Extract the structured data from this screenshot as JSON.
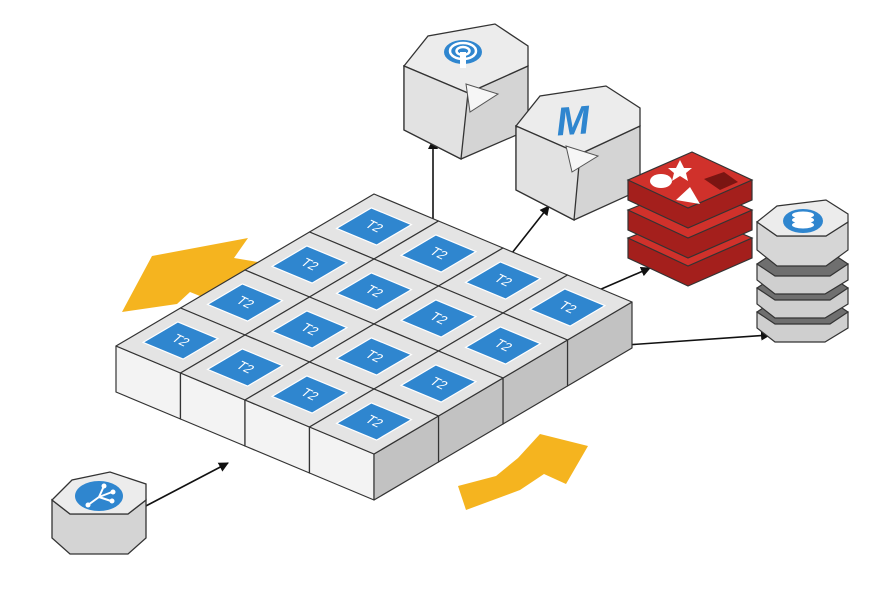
{
  "tiles": [
    {
      "row": 0,
      "col": 0,
      "label": "T2"
    },
    {
      "row": 0,
      "col": 1,
      "label": "T2"
    },
    {
      "row": 0,
      "col": 2,
      "label": "T2"
    },
    {
      "row": 0,
      "col": 3,
      "label": "T2"
    },
    {
      "row": 1,
      "col": 0,
      "label": "T2"
    },
    {
      "row": 1,
      "col": 1,
      "label": "T2"
    },
    {
      "row": 1,
      "col": 2,
      "label": "T2"
    },
    {
      "row": 1,
      "col": 3,
      "label": "T2"
    },
    {
      "row": 2,
      "col": 0,
      "label": "T2"
    },
    {
      "row": 2,
      "col": 1,
      "label": "T2"
    },
    {
      "row": 2,
      "col": 2,
      "label": "T2"
    },
    {
      "row": 2,
      "col": 3,
      "label": "T2"
    },
    {
      "row": 3,
      "col": 0,
      "label": "T2"
    },
    {
      "row": 3,
      "col": 1,
      "label": "T2"
    },
    {
      "row": 3,
      "col": 2,
      "label": "T2"
    },
    {
      "row": 3,
      "col": 3,
      "label": "T2"
    }
  ],
  "nodes": {
    "load_balancer": {
      "icon": "load-balancer-icon"
    },
    "monitoring": {
      "icon": "radio-tower-icon"
    },
    "mail": {
      "icon": "mail-icon",
      "logo_letter": "M"
    },
    "redis": {
      "icon": "redis-cache-icon"
    },
    "database": {
      "icon": "database-icon"
    }
  },
  "colors": {
    "accent": "#2f86cf",
    "arrow": "#f5b41f",
    "redis": "#d0312b",
    "block_top": "#e4e4e4",
    "block_left": "#f3f3f3",
    "block_right": "#c2c2c2"
  }
}
